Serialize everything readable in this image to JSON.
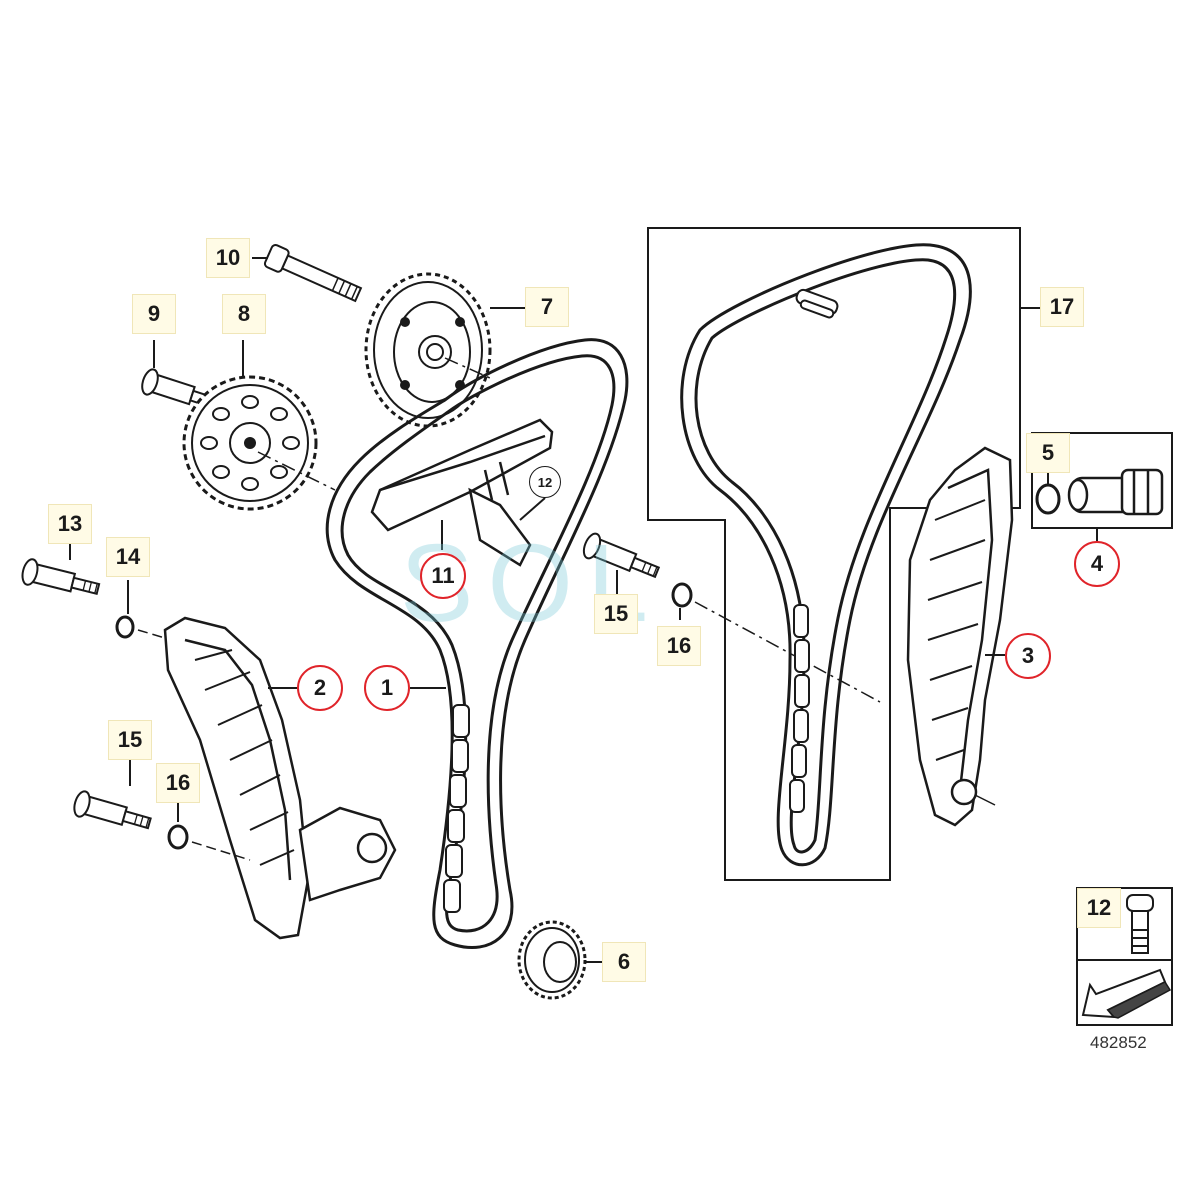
{
  "labels": {
    "l1": "1",
    "l2": "2",
    "l3": "3",
    "l4": "4",
    "l5": "5",
    "l6": "6",
    "l7": "7",
    "l8": "8",
    "l9": "9",
    "l10": "10",
    "l11": "11",
    "l12a": "12",
    "l12b": "12",
    "l13": "13",
    "l14": "14",
    "l15a": "15",
    "l15b": "15",
    "l16a": "16",
    "l16b": "16",
    "l17": "17"
  },
  "highlighted_parts": [
    "1",
    "2",
    "3",
    "4",
    "11"
  ],
  "reference_number": "482852",
  "watermark": "SOL",
  "colors": {
    "highlight": "#e0242a",
    "label_background": "#fffbe6",
    "line": "#1a1a1a"
  }
}
